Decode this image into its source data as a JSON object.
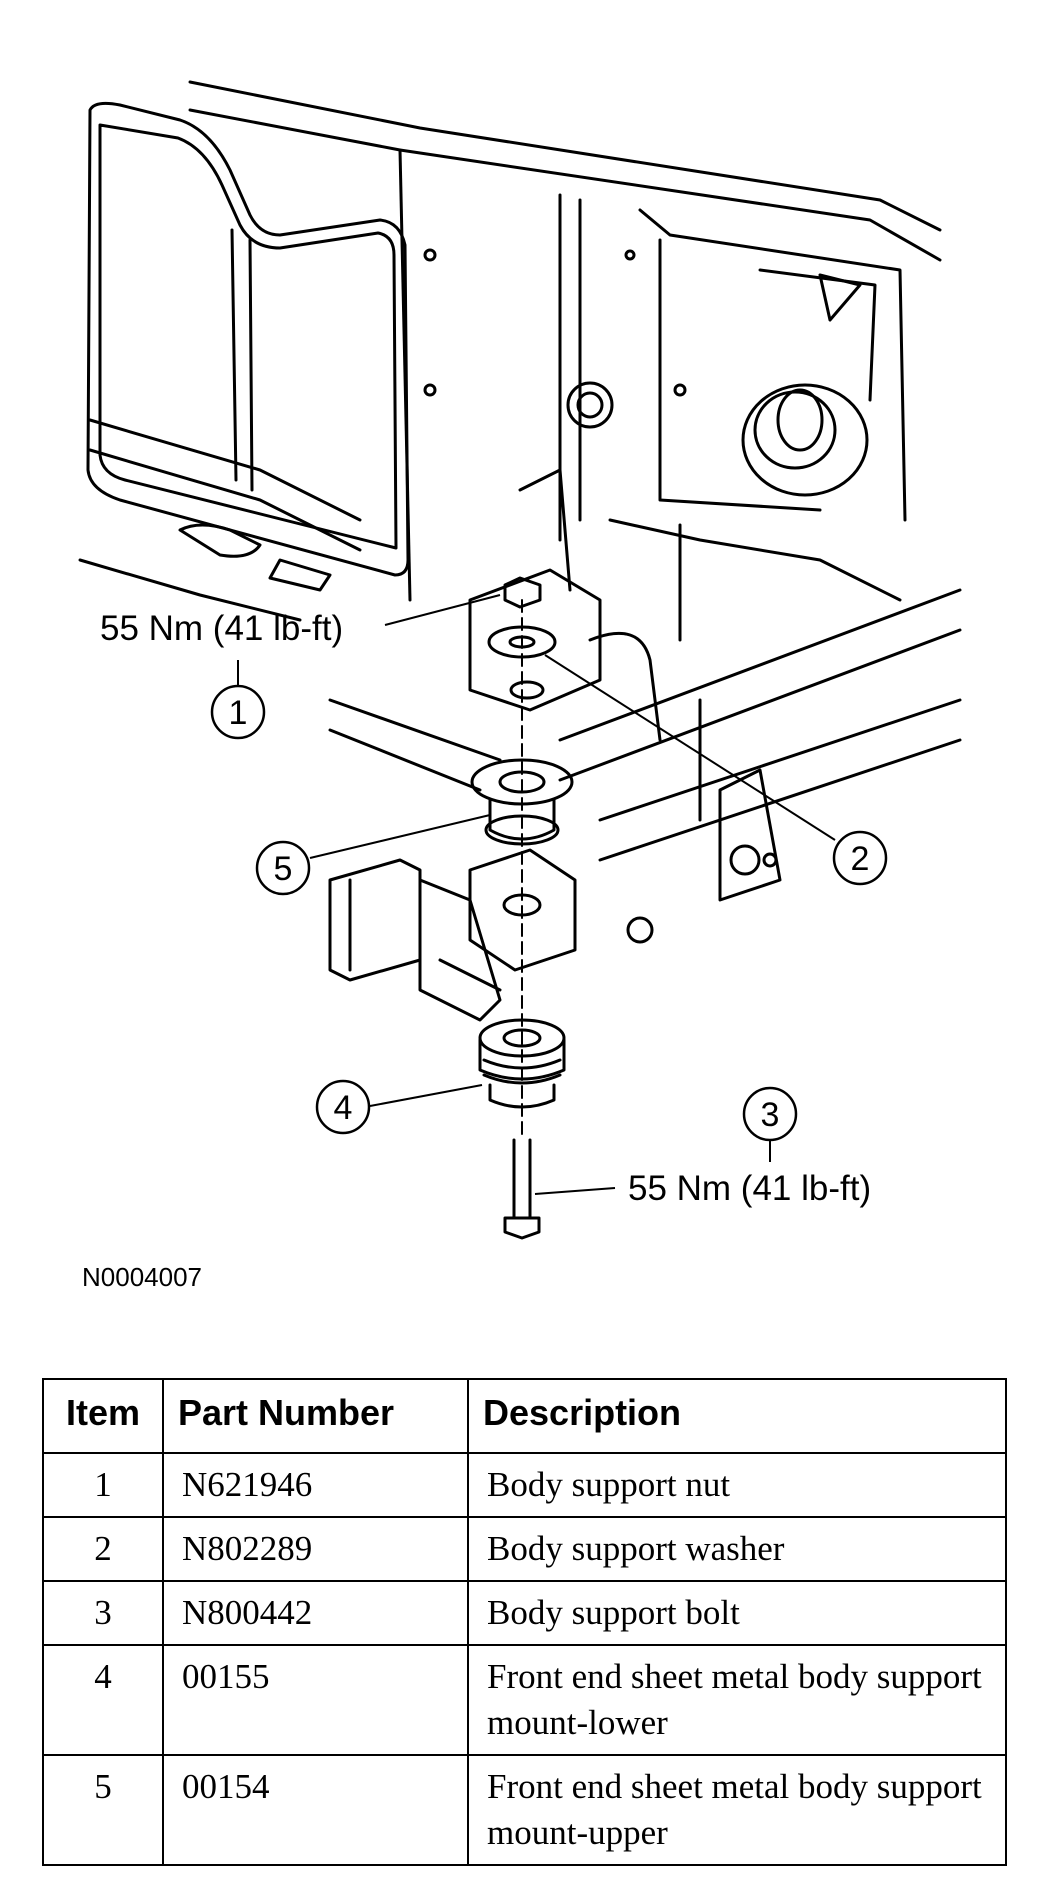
{
  "figure": {
    "torque_top": "55 Nm (41 lb-ft)",
    "torque_bottom": "55 Nm (41 lb-ft)",
    "callouts": [
      "1",
      "2",
      "3",
      "4",
      "5"
    ],
    "figure_id": "N0004007"
  },
  "table": {
    "headers": [
      "Item",
      "Part Number",
      "Description"
    ],
    "rows": [
      {
        "item": "1",
        "part": "N621946",
        "desc": "Body support nut"
      },
      {
        "item": "2",
        "part": "N802289",
        "desc": "Body support washer"
      },
      {
        "item": "3",
        "part": "N800442",
        "desc": "Body support bolt"
      },
      {
        "item": "4",
        "part": "00155",
        "desc": "Front end sheet metal body support mount-lower"
      },
      {
        "item": "5",
        "part": "00154",
        "desc": "Front end sheet metal body support mount-upper"
      }
    ]
  }
}
